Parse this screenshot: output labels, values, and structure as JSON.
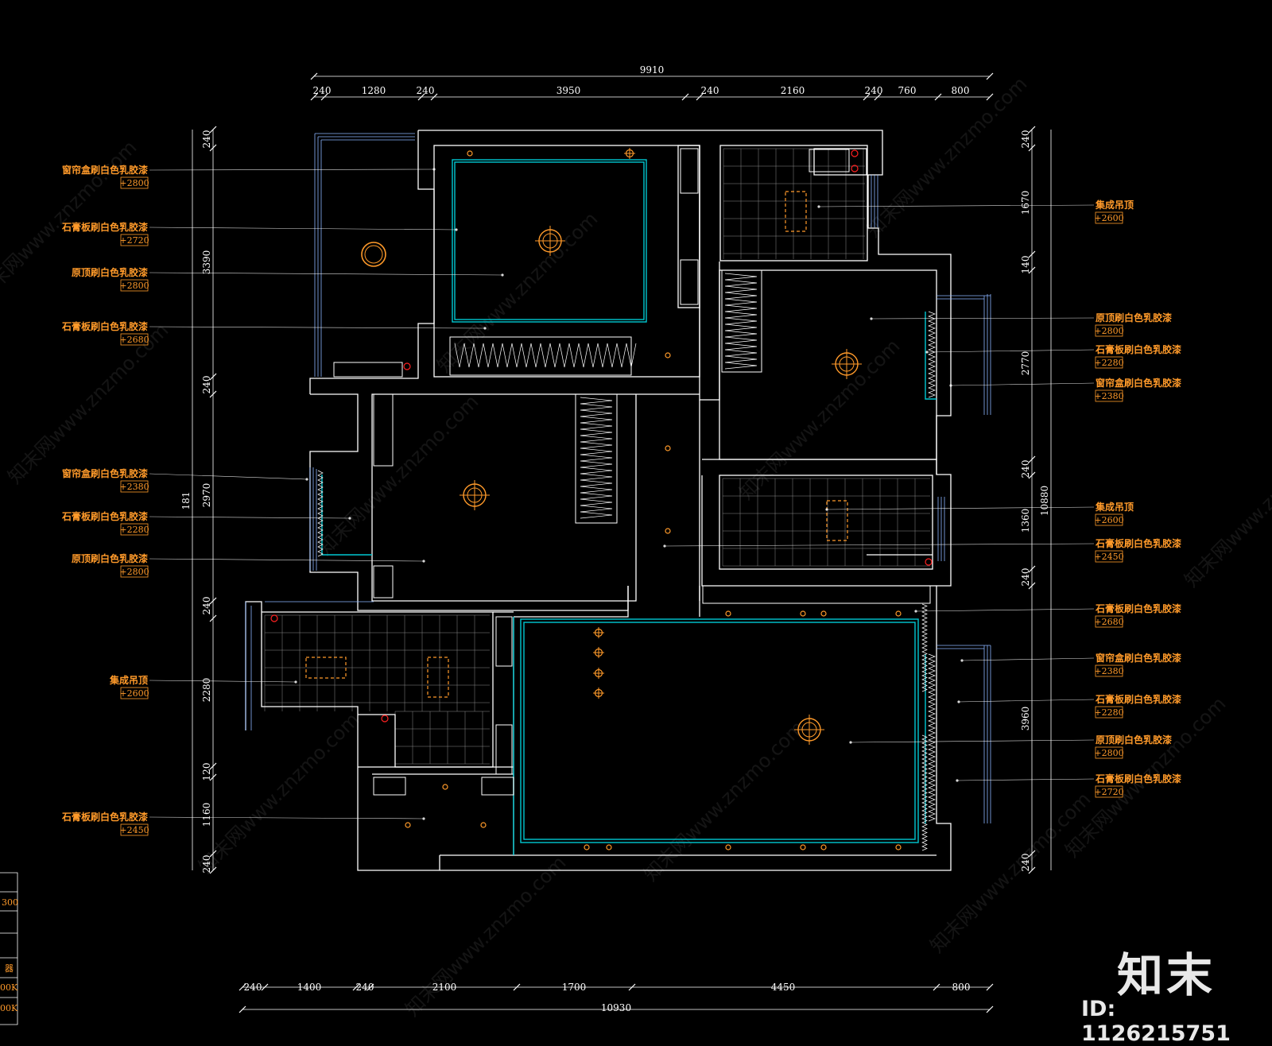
{
  "plan": {
    "top_dims": {
      "overall": "9910",
      "segments": [
        "240",
        "1280",
        "240",
        "3950",
        "240",
        "2160",
        "240",
        "760",
        "800"
      ]
    },
    "bottom_dims": {
      "overall": "10930",
      "segments": [
        "240",
        "1400",
        "240",
        "2100",
        "1700",
        "4450",
        "800"
      ]
    },
    "left_dims": {
      "overall": "181",
      "segments": [
        "240",
        "3390",
        "240",
        "2970",
        "240",
        "2280",
        "120",
        "1160",
        "240"
      ]
    },
    "right_dims": {
      "overall": "10880",
      "segments": [
        "240",
        "1670",
        "140",
        "2770",
        "240",
        "1360",
        "240",
        "3960",
        "240"
      ]
    },
    "left_annotations": [
      {
        "label": "窗帘盒刷白色乳胶漆",
        "value": "+2800"
      },
      {
        "label": "石膏板刷白色乳胶漆",
        "value": "+2720"
      },
      {
        "label": "原顶刷白色乳胶漆",
        "value": "+2800"
      },
      {
        "label": "石膏板刷白色乳胶漆",
        "value": "+2680"
      },
      {
        "label": "窗帘盒刷白色乳胶漆",
        "value": "+2380"
      },
      {
        "label": "石膏板刷白色乳胶漆",
        "value": "+2280"
      },
      {
        "label": "原顶刷白色乳胶漆",
        "value": "+2800"
      },
      {
        "label": "集成吊顶",
        "value": "+2600"
      },
      {
        "label": "石膏板刷白色乳胶漆",
        "value": "+2450"
      }
    ],
    "right_annotations": [
      {
        "label": "集成吊顶",
        "value": "+2600"
      },
      {
        "label": "原顶刷白色乳胶漆",
        "value": "+2800"
      },
      {
        "label": "石膏板刷白色乳胶漆",
        "value": "+2280"
      },
      {
        "label": "窗帘盒刷白色乳胶漆",
        "value": "+2380"
      },
      {
        "label": "集成吊顶",
        "value": "+2600"
      },
      {
        "label": "石膏板刷白色乳胶漆",
        "value": "+2450"
      },
      {
        "label": "石膏板刷白色乳胶漆",
        "value": "+2680"
      },
      {
        "label": "窗帘盒刷白色乳胶漆",
        "value": "+2380"
      },
      {
        "label": "石膏板刷白色乳胶漆",
        "value": "+2280"
      },
      {
        "label": "原顶刷白色乳胶漆",
        "value": "+2800"
      },
      {
        "label": "石膏板刷白色乳胶漆",
        "value": "+2720"
      }
    ],
    "legend_fragments": [
      "300",
      "器",
      "00K",
      "00K"
    ]
  },
  "watermark": {
    "text": "知末网www.znzmo.com"
  },
  "brand": {
    "logo": "知末",
    "id": "ID: 1126215751"
  },
  "colors": {
    "background": "#000000",
    "walls": "#ffffff",
    "ceiling": "#00c8d2",
    "annotation": "#ff9a2a",
    "fixture_red": "#ff2020"
  }
}
